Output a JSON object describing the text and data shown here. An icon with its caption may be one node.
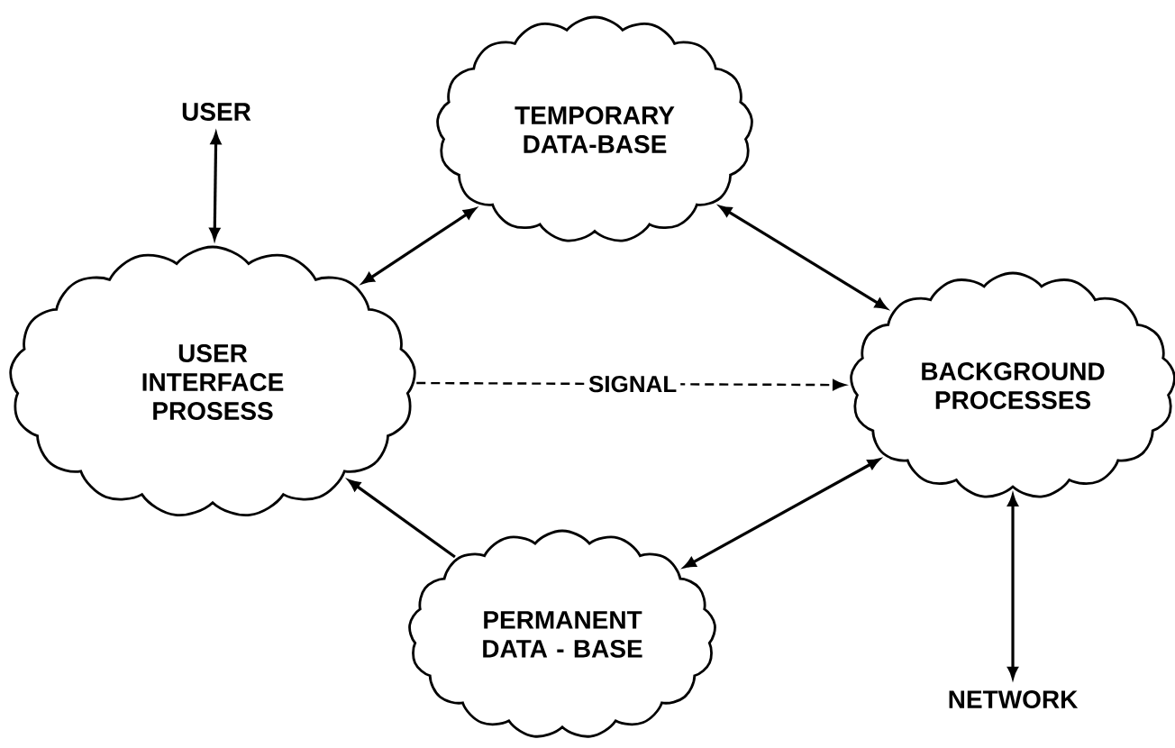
{
  "diagram": {
    "nodes": [
      {
        "text": [
          "USER"
        ]
      },
      {
        "text": [
          "USER INTERFACE PROSESS"
        ]
      },
      {
        "text": [
          "TEMPORARY DATA-BASE"
        ]
      },
      {
        "text": [
          "BACKGROUND PROCESSES"
        ]
      },
      {
        "text": [
          "PERMANENT DATA - BASE"
        ]
      },
      {
        "text": [
          "NETWORK"
        ]
      }
    ],
    "edges": [
      {
        "from": 0,
        "to": 1,
        "arrow": "both"
      },
      {
        "from": 1,
        "to": 2,
        "arrow": "both"
      },
      {
        "from": 2,
        "to": 3,
        "arrow": "both"
      },
      {
        "from": 1,
        "to": 3,
        "arrow": "to",
        "label": "SIGNAL",
        "style": "dashed"
      },
      {
        "from": 4,
        "to": 1,
        "arrow": "to"
      },
      {
        "from": 4,
        "to": 3,
        "arrow": "both"
      },
      {
        "from": 3,
        "to": 5,
        "arrow": "both"
      }
    ]
  }
}
